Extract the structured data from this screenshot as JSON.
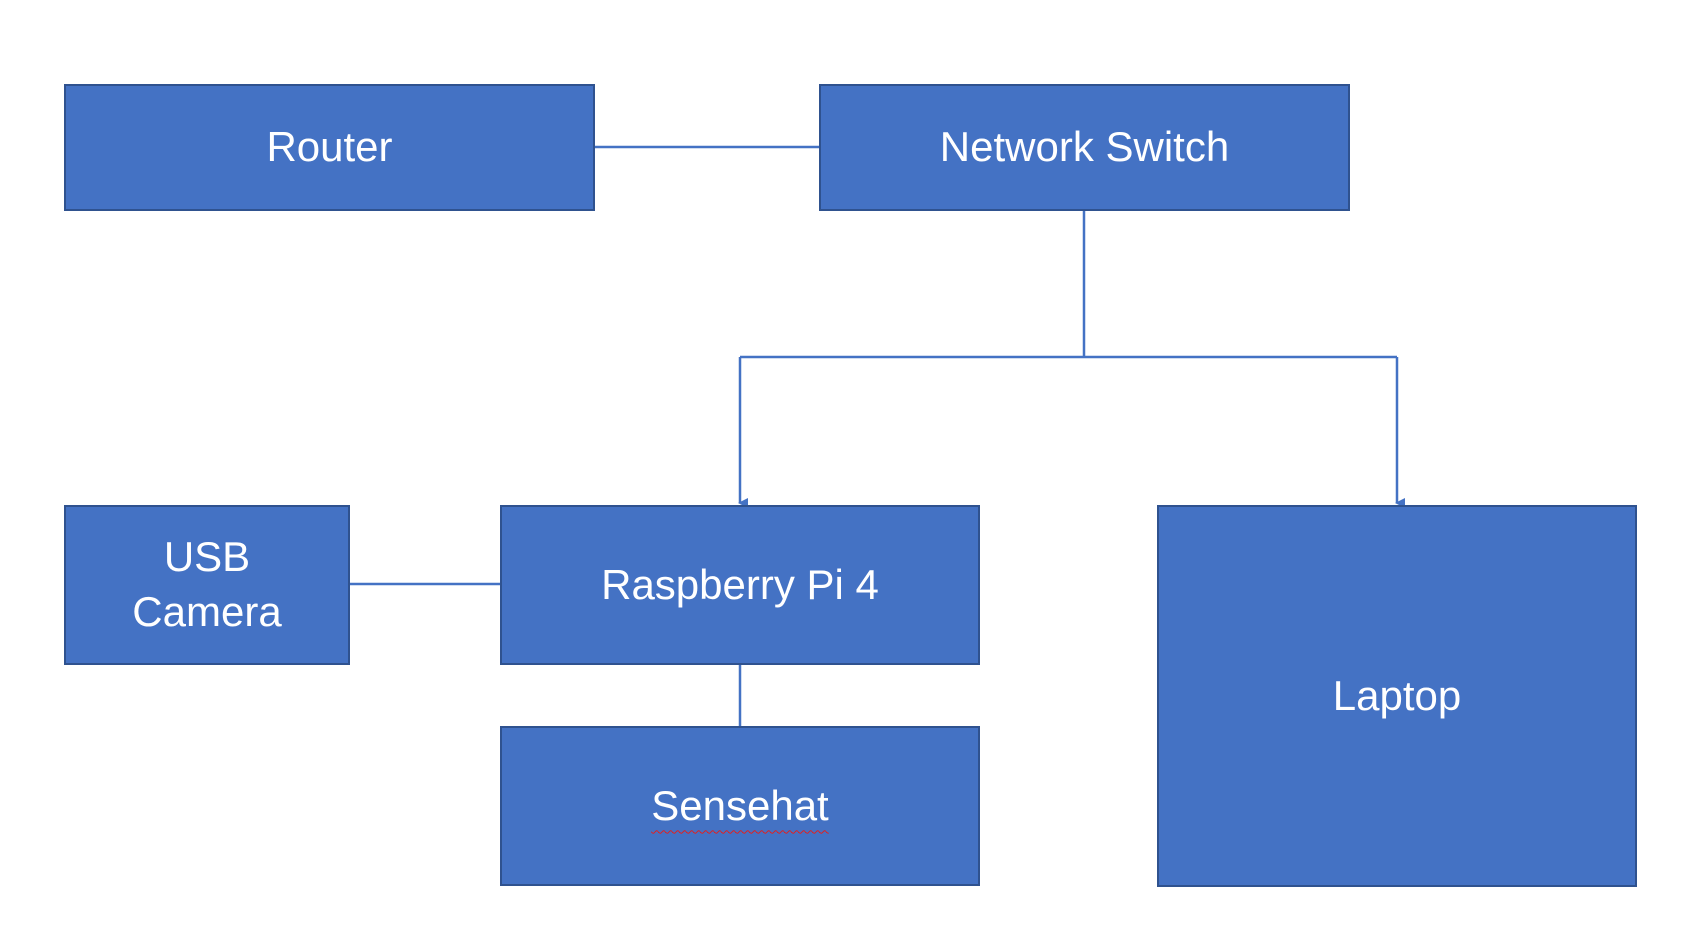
{
  "diagram": {
    "nodes": {
      "router": {
        "label": "Router"
      },
      "switch": {
        "label": "Network Switch"
      },
      "usb_camera": {
        "line1": "USB",
        "line2": "Camera"
      },
      "raspberry_pi": {
        "label": "Raspberry Pi 4"
      },
      "sensehat": {
        "label": "Sensehat"
      },
      "laptop": {
        "label": "Laptop"
      }
    },
    "edges": [
      {
        "from": "Router",
        "to": "Network Switch",
        "style": "line"
      },
      {
        "from": "Network Switch",
        "to": "Raspberry Pi 4",
        "style": "arrow"
      },
      {
        "from": "Network Switch",
        "to": "Laptop",
        "style": "arrow"
      },
      {
        "from": "USB Camera",
        "to": "Raspberry Pi 4",
        "style": "line"
      },
      {
        "from": "Raspberry Pi 4",
        "to": "Sensehat",
        "style": "line"
      }
    ],
    "colors": {
      "box_fill": "#4472C4",
      "box_border": "#2F528F",
      "connector": "#4472C4",
      "text": "#FFFFFF"
    }
  }
}
